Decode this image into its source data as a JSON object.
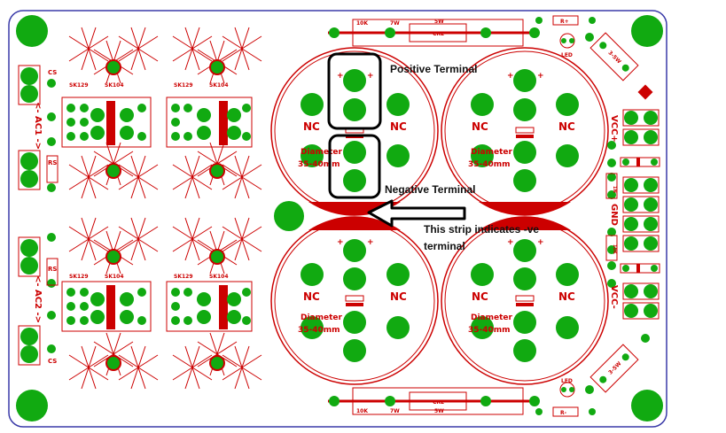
{
  "colors": {
    "board_outline": "#3a3aa8",
    "copper": "#cc0000",
    "pad": "#11aa11",
    "silkscreen": "#cc0000",
    "annotation": "#000000"
  },
  "annotations": {
    "positive_terminal": "Positive Terminal",
    "negative_terminal": "Negative Terminal",
    "strip_note_line1": "This strip indicates -ve",
    "strip_note_line2": "terminal"
  },
  "capacitors": {
    "nc_label": "NC",
    "diameter_label": "Diameter",
    "diameter_value": "35-40mm",
    "plus_mark": "+"
  },
  "left_labels": {
    "ac1": "<- AC1 ->",
    "ac2": "<- AC2 ->",
    "cs": "CS",
    "rs": "RS",
    "sk129": "SK129",
    "sk104": "SK104"
  },
  "right_labels": {
    "vcc_plus": "VCC+",
    "gnd": "GND",
    "vcc_minus": "VCC-",
    "led": "LED",
    "r_plus": "R+",
    "r_minus": "R-",
    "res_3_5w": "3-5W",
    "r_1n": "1N",
    "r_10k": "10K"
  },
  "top_labels": {
    "r10k": "10K",
    "r7w": "7W",
    "r5w": "5W",
    "cr2": "CR2"
  }
}
